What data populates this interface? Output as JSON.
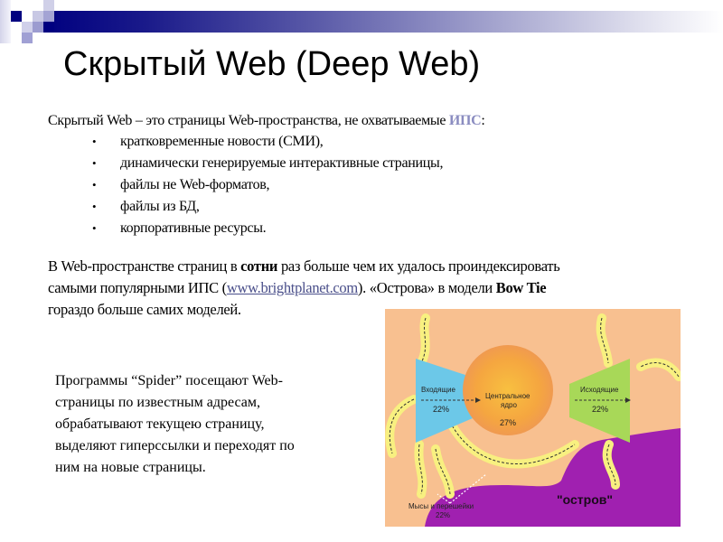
{
  "slide": {
    "title": "Скрытый Web (Deep Web)",
    "theme_colors": {
      "header_bar_start": "#000080",
      "header_bar_end": "#ffffff",
      "accent_lavender": "#8a8cc0",
      "link": "#4a4f8a"
    }
  },
  "intro": {
    "text_before": "Скрытый Web – это страницы Web-пространства, не охватываемые ",
    "highlight": "ИПС",
    "text_after": ":"
  },
  "bullets": [
    {
      "label": "кратковременные новости (СМИ),"
    },
    {
      "label": "динамически генерируемые интерактивные страницы,"
    },
    {
      "label": "файлы не Web-форматов,"
    },
    {
      "label": "файлы из БД,"
    },
    {
      "label": "корпоративные ресурсы."
    }
  ],
  "paragraph2": {
    "line1_a": "В Web-пространстве страниц в ",
    "line1_bold": "сотни",
    "line1_b": " раз больше чем их удалось проиндексировать",
    "line2_a": "самыми популярными ИПС (",
    "link_text": "www.brightplanet.com",
    "line2_b": "). «Острова» в модели ",
    "line2_bold": "Bow Tie",
    "line3": "гораздо больше самих моделей."
  },
  "paragraph3": {
    "lines": [
      "Программы “Spider” посещают Web-",
      "страницы по известным адресам,",
      "обрабатывают текущею страницу,",
      "выделяют гиперссылки и переходят по",
      "ним на новые страницы."
    ]
  },
  "diagram": {
    "incoming": {
      "label": "Входящие",
      "value": "22%",
      "color": "#6cc8e8"
    },
    "core": {
      "label_line1": "Центральное",
      "label_line2": "ядро",
      "value": "27%",
      "color": "#f5a640"
    },
    "outgoing": {
      "label": "Исходящие",
      "value": "22%",
      "color": "#a8d858"
    },
    "tendrils": {
      "label": "Мысы и перешейки",
      "value": "22%",
      "color": "#f8f080"
    },
    "island": {
      "label": "\"остров\"",
      "color": "#a020b0"
    },
    "background": "#f8c090"
  }
}
